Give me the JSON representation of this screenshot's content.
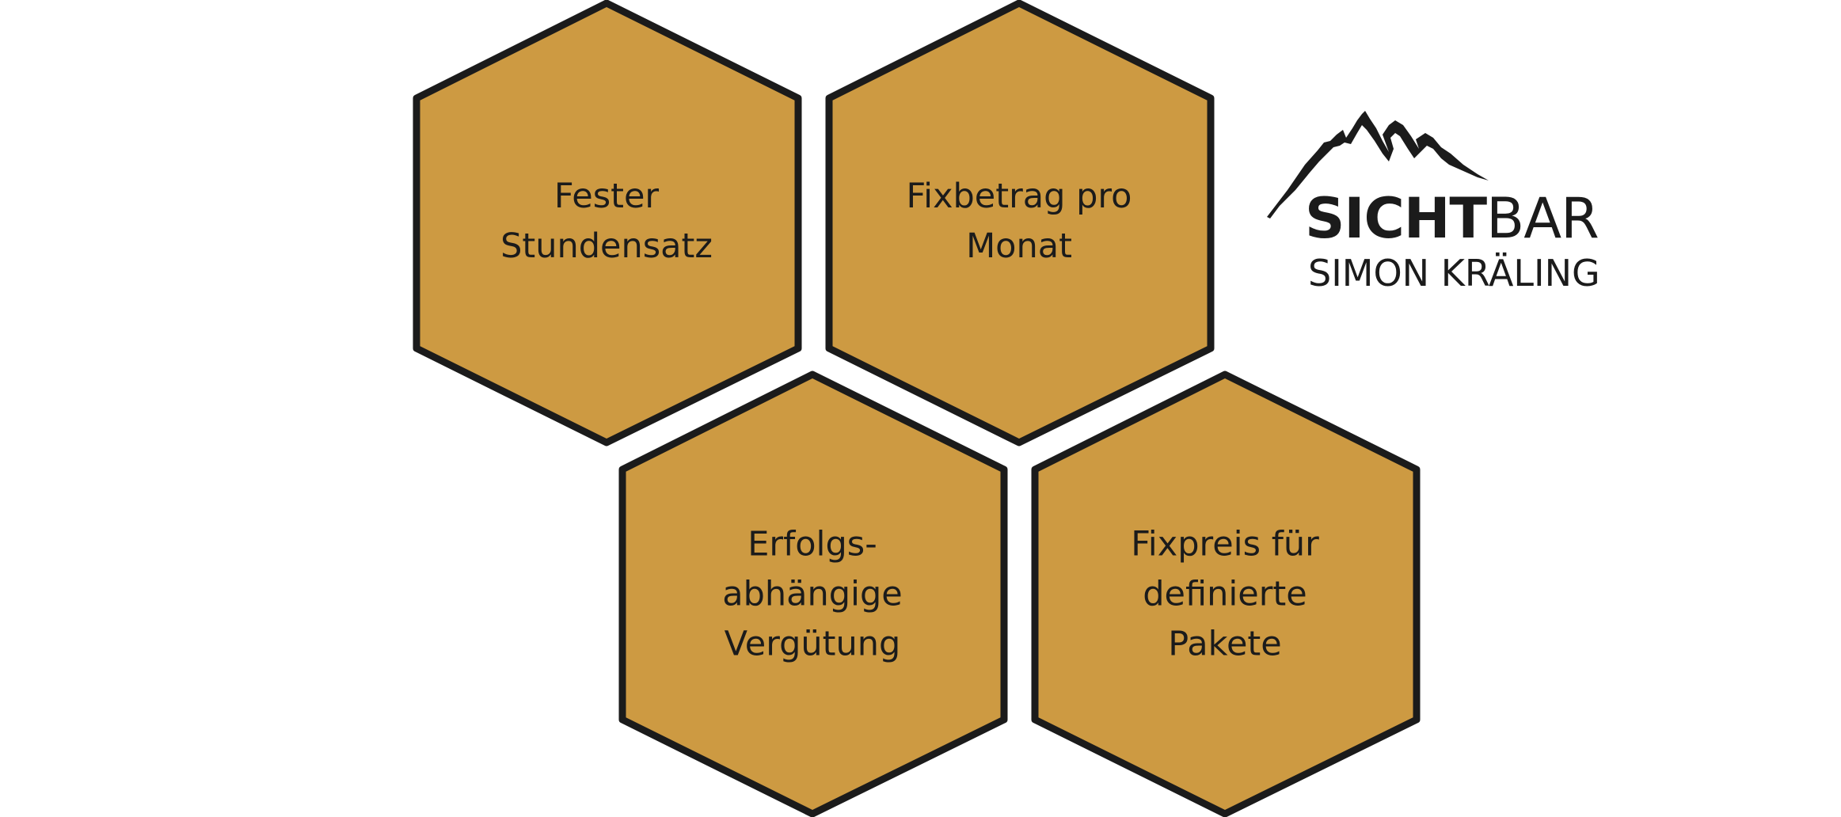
{
  "colors": {
    "hex_fill": "#cd9a42",
    "hex_stroke": "#1b1b1b",
    "text": "#1b1b1b",
    "background": "#ffffff"
  },
  "hexagons": [
    {
      "id": "hourly-rate",
      "label": "Fester\nStundensatz"
    },
    {
      "id": "monthly-fixed",
      "label": "Fixbetrag pro\nMonat"
    },
    {
      "id": "success-based",
      "label": "Erfolgs-\nabhängige\nVergütung"
    },
    {
      "id": "fixed-packages",
      "label": "Fixpreis für\ndefinierte\nPakete"
    }
  ],
  "logo": {
    "icon": "mountain-icon",
    "line1_strong": "SICHT",
    "line1_light": "BAR",
    "line2": "SIMON KRÄLING"
  }
}
